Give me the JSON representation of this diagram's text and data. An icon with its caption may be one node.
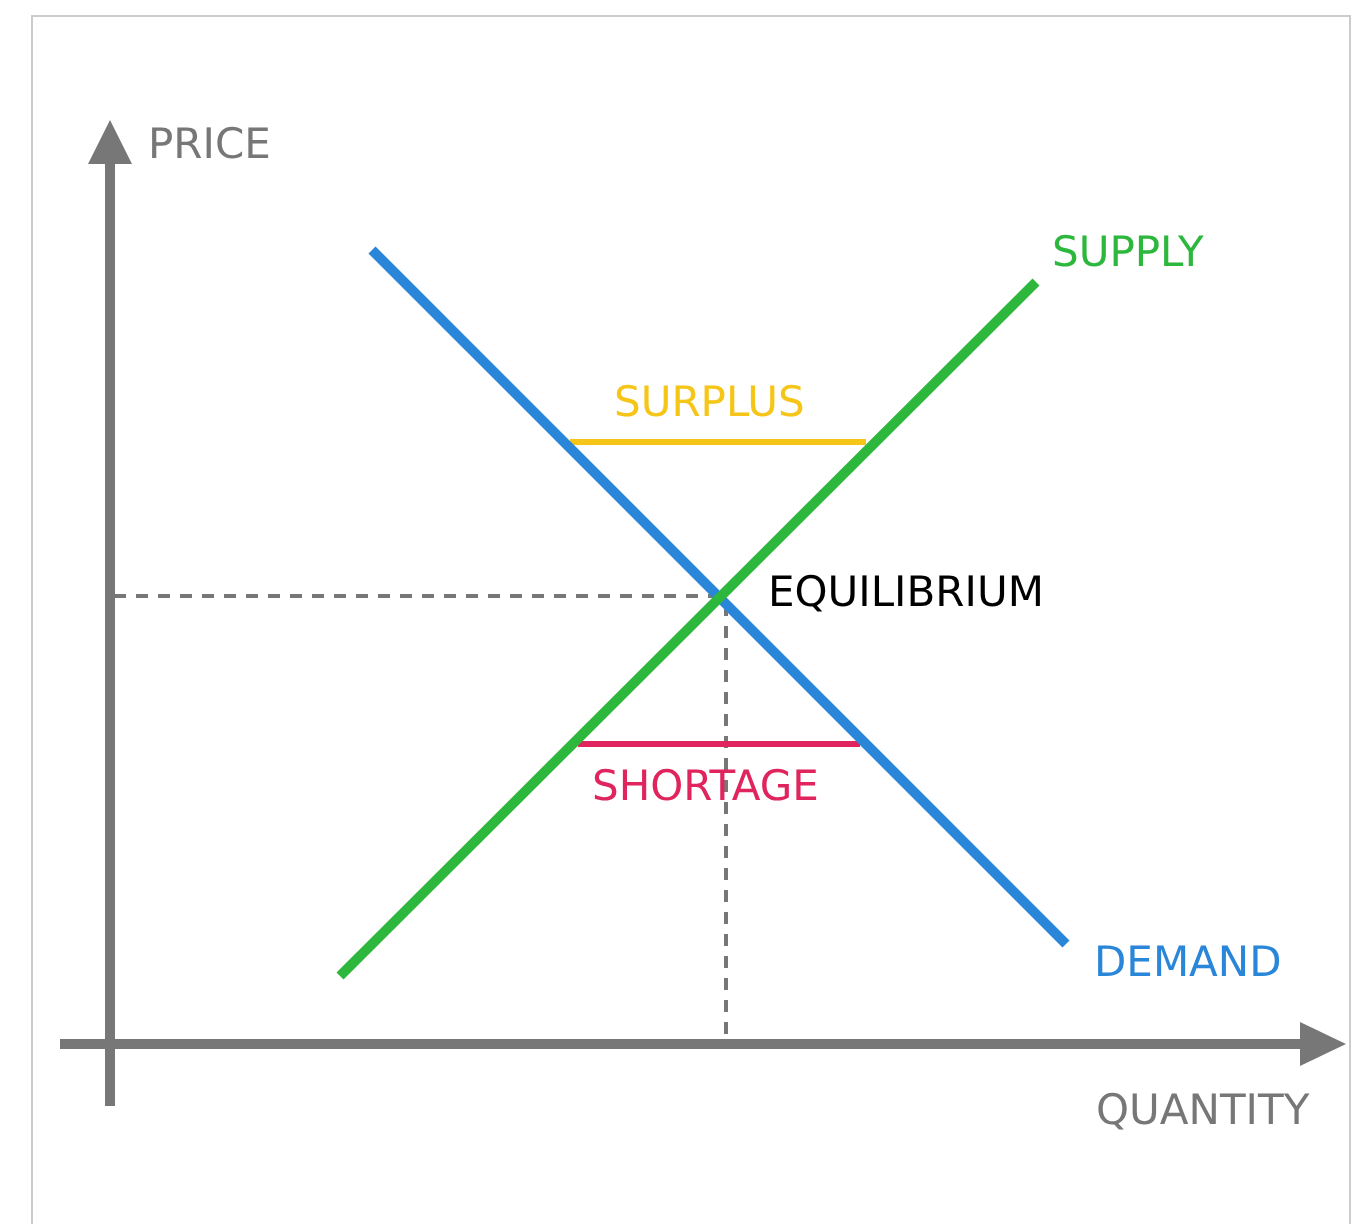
{
  "diagram": {
    "labels": [
      "PRICE",
      "SUPPLY",
      "SURPLUS",
      "EQUILIBRIUM",
      "SHORTAGE",
      "DEMAND",
      "QUANTITY"
    ]
  }
}
